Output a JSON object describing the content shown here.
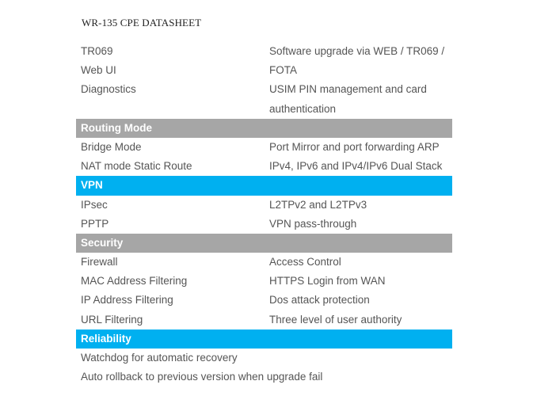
{
  "title": "WR-135 CPE DATASHEET",
  "top": {
    "left": [
      "TR069",
      "Web UI",
      "Diagnostics"
    ],
    "right": [
      "Software upgrade via WEB / TR069 /",
      "FOTA",
      "USIM PIN management and card",
      "authentication"
    ]
  },
  "routing": {
    "header": "Routing Mode",
    "rows": [
      {
        "left": "Bridge Mode",
        "right": "Port Mirror and port forwarding ARP"
      },
      {
        "left": "NAT mode Static Route",
        "right": "IPv4, IPv6 and IPv4/IPv6 Dual Stack"
      }
    ]
  },
  "vpn": {
    "header": "VPN",
    "rows": [
      {
        "left": "IPsec",
        "right": "L2TPv2 and L2TPv3"
      },
      {
        "left": "PPTP",
        "right": "VPN pass-through"
      }
    ]
  },
  "security": {
    "header": "Security",
    "rows": [
      {
        "left": "Firewall",
        "right": "Access Control"
      },
      {
        "left": "MAC Address Filtering",
        "right": "HTTPS Login from WAN"
      },
      {
        "left": "IP Address Filtering",
        "right": "Dos attack protection"
      },
      {
        "left": "URL Filtering",
        "right": "Three level of user authority"
      }
    ]
  },
  "reliability": {
    "header": "Reliability",
    "rows": [
      {
        "left": "Watchdog for automatic recovery",
        "right": ""
      },
      {
        "left": "Auto rollback to previous version when upgrade fail",
        "right": ""
      }
    ]
  },
  "colors": {
    "gray_header": "#a6a6a6",
    "blue_header": "#00b0f0",
    "body_text": "#555555"
  }
}
